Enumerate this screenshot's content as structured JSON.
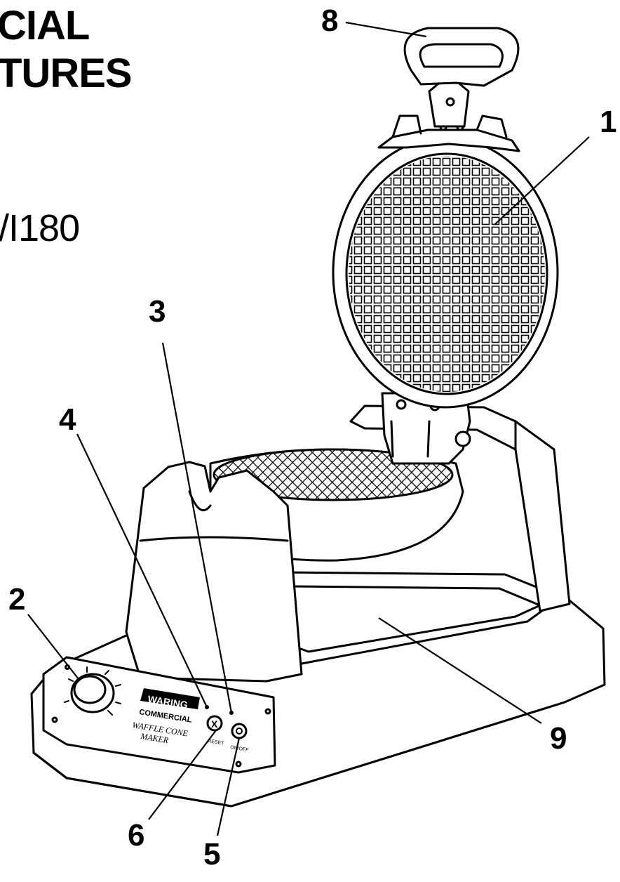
{
  "heading": {
    "line1": "CIAL",
    "line2": "TURES"
  },
  "model_fragment": "/I180",
  "callouts": [
    "1",
    "2",
    "3",
    "4",
    "5",
    "6",
    "8",
    "9"
  ],
  "panel": {
    "brand": "WARING",
    "brand_sub": "COMMERCIAL",
    "product_line1": "WAFFLE CONE",
    "product_line2": "MAKER",
    "reset_symbol": "X",
    "reset_label": "RESET",
    "power_symbol": "O",
    "power_label": "ON/OFF"
  }
}
